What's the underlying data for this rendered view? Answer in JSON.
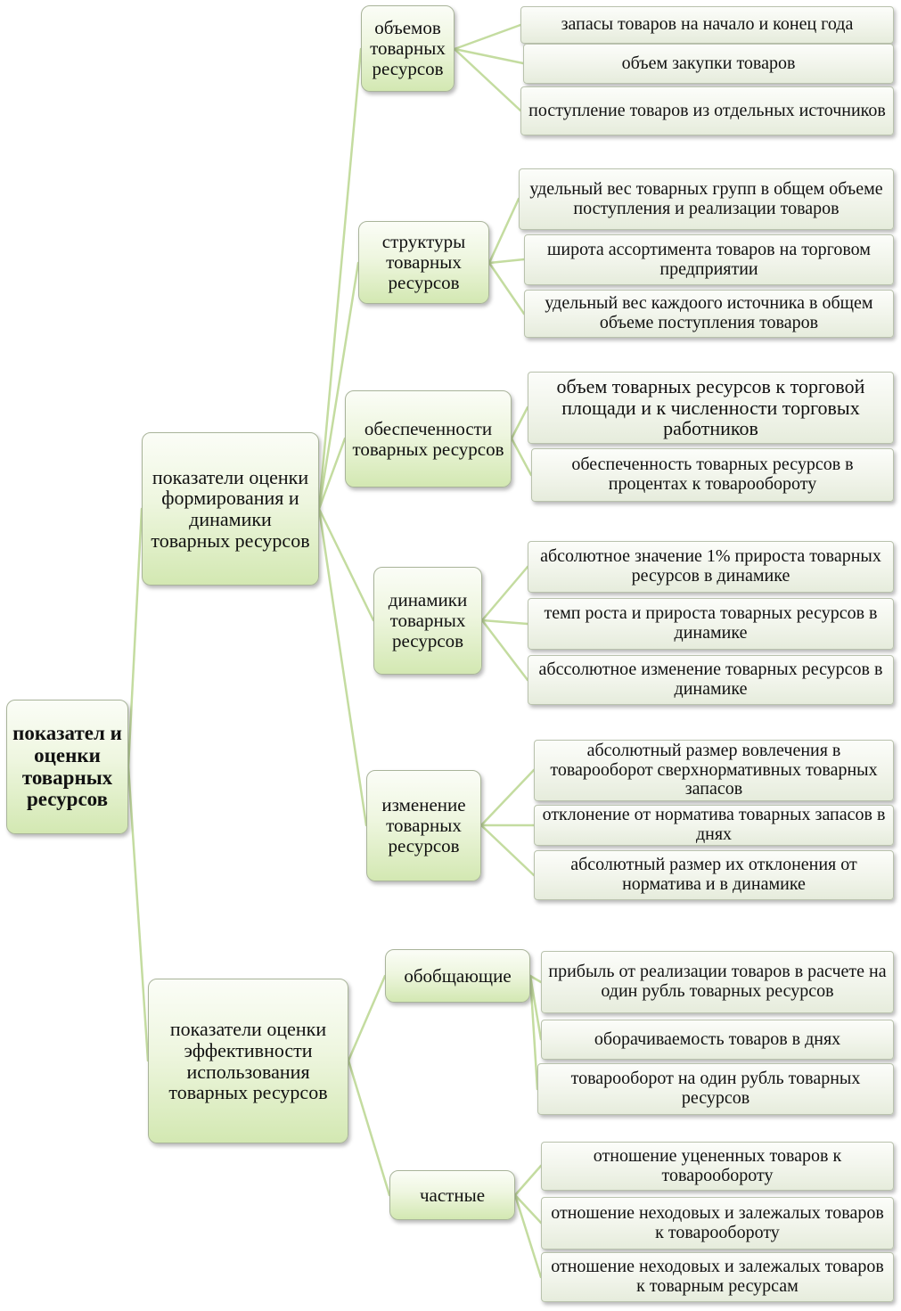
{
  "root": {
    "label": "показател и оценки товарных ресурсов"
  },
  "groups": [
    {
      "label": "показатели оценки формирования и динамики товарных ресурсов",
      "subgroups": [
        {
          "label": "объемов товарных ресурсов",
          "items": [
            "запасы товаров на начало и конец года",
            "объем закупки  товаров",
            "поступление  товаров из отдельных источников"
          ]
        },
        {
          "label": "структуры товарных ресурсов",
          "items": [
            "удельный  вес товарных групп в общем объеме поступления и реализации товаров",
            "широта ассортимента товаров на торговом предприятии",
            "удельный  вес каждоого источника в общем  объеме поступления  товаров"
          ]
        },
        {
          "label": "обеспеченности товарных ресурсов",
          "items": [
            "объем товарных ресурсов к торговой площади и к численности торговых работников",
            "обеспеченность товарных ресурсов в процентах к товарообороту"
          ]
        },
        {
          "label": "динамики товарных ресурсов",
          "items": [
            "абсолютное значение 1% прироста товарных ресурсов в динамике",
            "темп роста и прироста товарных ресурсов в динамике",
            "абссолютное изменение товарных ресурсов в динамике"
          ]
        },
        {
          "label": "изменение товарных ресурсов",
          "items": [
            "абсолютный  размер вовлечения в товарооборот сверхнормативных товарных запасов",
            "отклонение от норматива товарных запасов в днях",
            "абсолютный  размер их отклонения от норматива и в динамике"
          ]
        }
      ]
    },
    {
      "label": "показатели оценки эффективности использования товарных ресурсов",
      "subgroups": [
        {
          "label": "обобщающие",
          "items": [
            "прибыль  от реализации  товаров в расчете на  один рубль товарных ресурсов",
            "оборачиваемость товаров в днях",
            "товарооборот на один рубль товарных ресурсов"
          ]
        },
        {
          "label": "частные",
          "items": [
            "отношение уцененных  товаров к товарообороту",
            "отношение неходовых и залежалых товаров к товарообороту",
            "отношение неходовых и залежалых товаров к товарным ресурсам"
          ]
        }
      ]
    }
  ],
  "colors": {
    "connector": "#c4dca0",
    "node_fill_top": "#fbfdf7",
    "node_fill_bottom": "#d3e8b2",
    "leaf_fill": "#f2f5ec",
    "text": "#111111"
  }
}
